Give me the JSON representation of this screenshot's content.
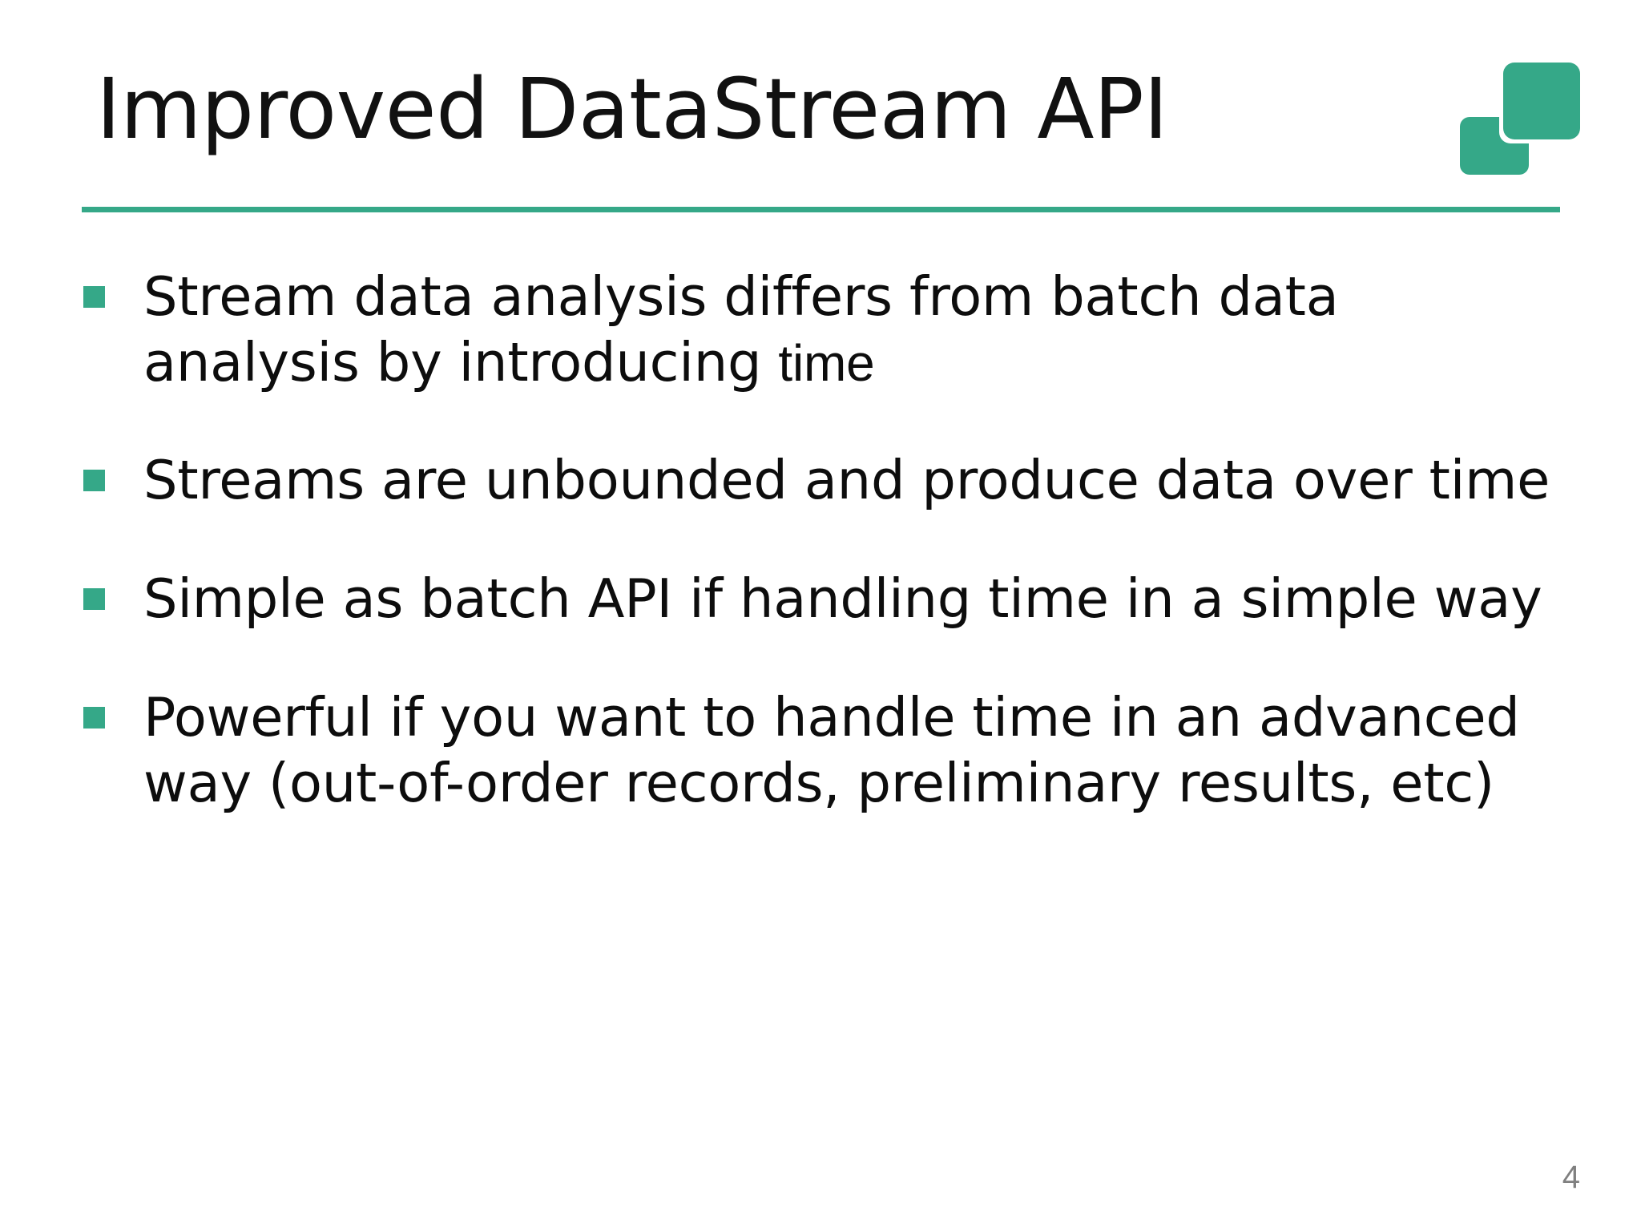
{
  "slide": {
    "title": "Improved DataStream API",
    "accent_color": "#35A888",
    "background_color": "#FFFFFF",
    "text_color": "#0D0D0D",
    "page_number": "4",
    "page_number_color": "#808080",
    "logo": {
      "name": "two-squares-logo",
      "color": "#35A888"
    },
    "bullets": [
      {
        "text": "Stream data analysis differs from batch data analysis by introducing ",
        "emphasis": "time",
        "emphasis_trailing": ""
      },
      {
        "text": "Streams are unbounded and produce data over time",
        "emphasis": "",
        "emphasis_trailing": ""
      },
      {
        "text": "Simple as batch API if handling time in a simple way",
        "emphasis": "",
        "emphasis_trailing": ""
      },
      {
        "text": "Powerful if you want to handle time in an advanced way (out-of-order records, preliminary results, etc)",
        "emphasis": "",
        "emphasis_trailing": ""
      }
    ]
  }
}
